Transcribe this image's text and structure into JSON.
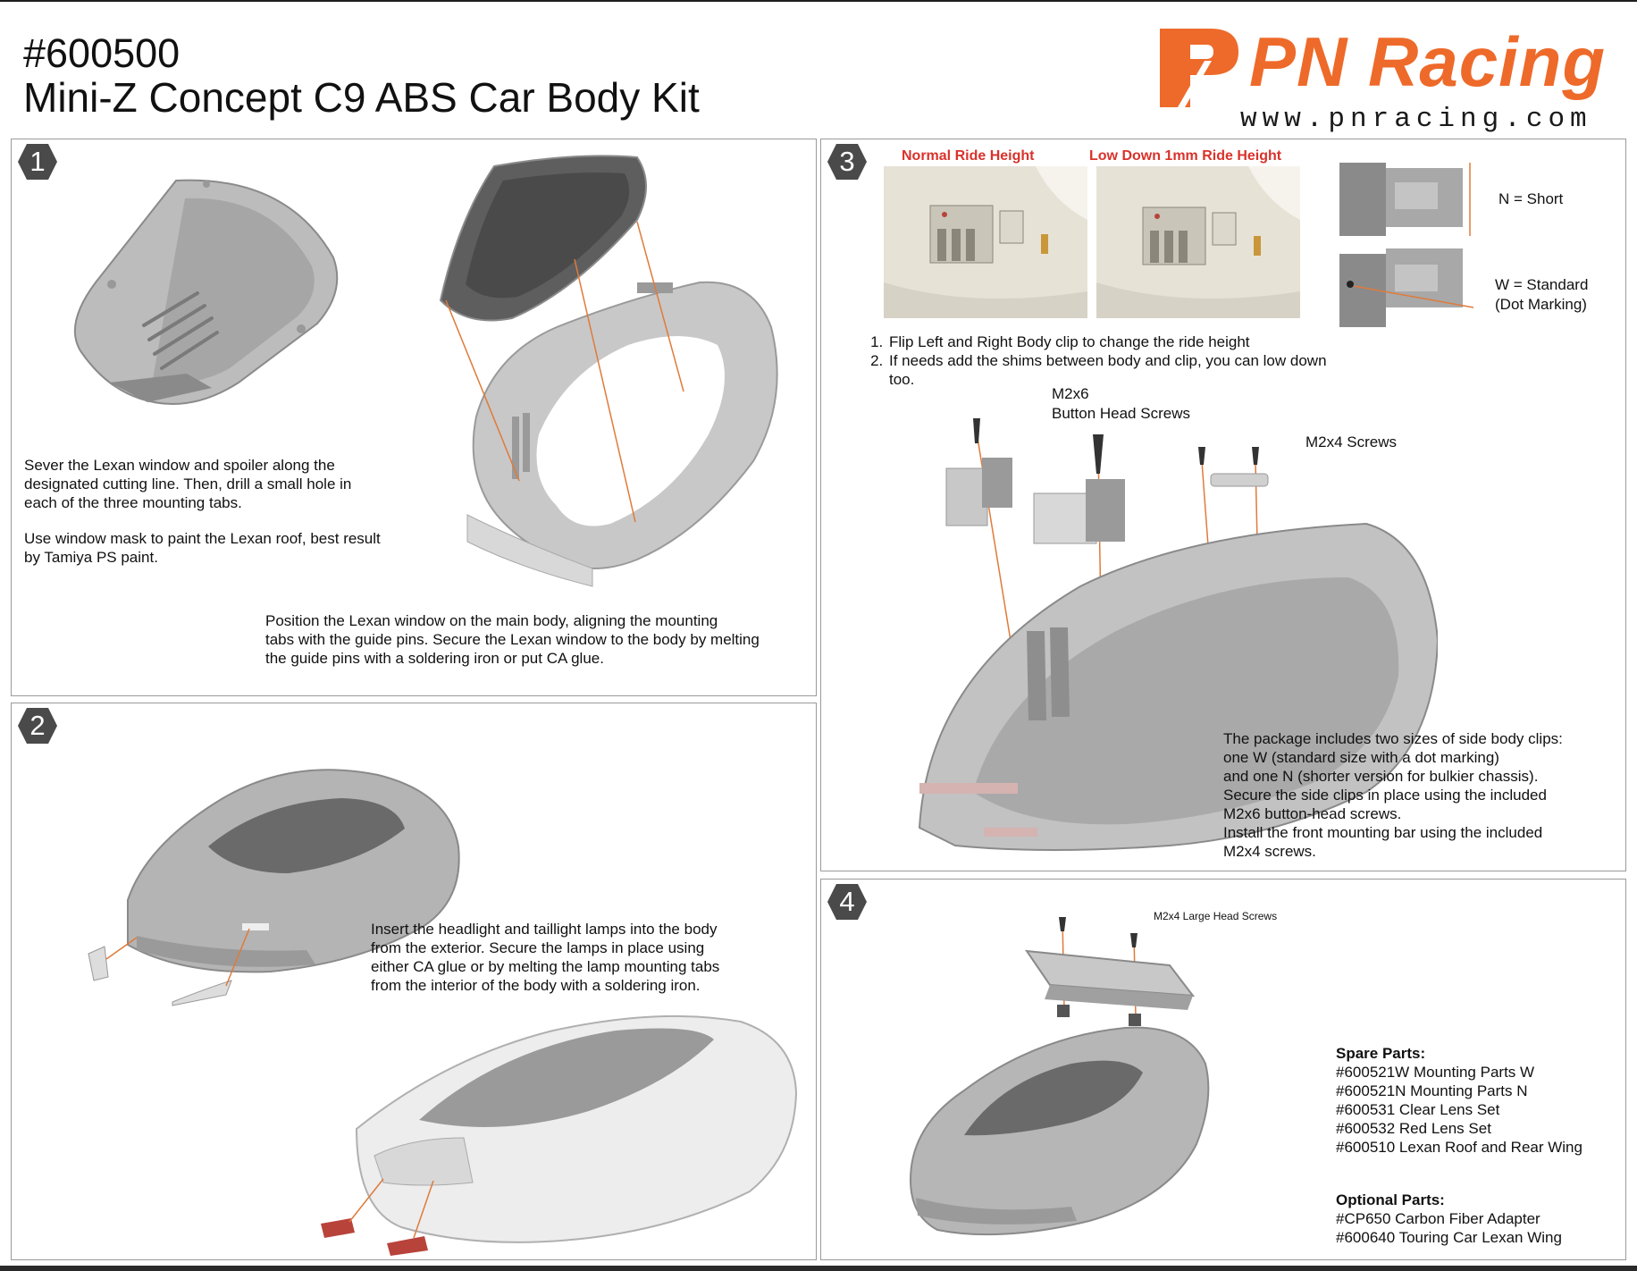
{
  "header": {
    "part_number": "#600500",
    "product_name": "Mini-Z Concept C9 ABS Car Body Kit",
    "brand_name": "PN Racing",
    "brand_url": "www.pnracing.com",
    "brand_color": "#ee6a2a"
  },
  "step1": {
    "number": "1",
    "instruction_cut_1": "Sever the Lexan window and spoiler along the",
    "instruction_cut_2": "designated cutting line. Then, drill a small hole in",
    "instruction_cut_3": "each of the three mounting tabs.",
    "instruction_paint_1": "Use window mask to paint the Lexan roof, best result",
    "instruction_paint_2": "by Tamiya PS paint.",
    "instruction_mount_1": "Position the Lexan window on the main body, aligning the mounting",
    "instruction_mount_2": "tabs with the guide pins. Secure the Lexan window to the body by melting",
    "instruction_mount_3": "the guide pins with a soldering iron or put CA glue."
  },
  "step2": {
    "number": "2",
    "instruction_1": "Insert the headlight and taillight lamps into the body",
    "instruction_2": "from the exterior. Secure the lamps in place using",
    "instruction_3": "either CA glue or by melting the lamp mounting tabs",
    "instruction_4": "from the interior of the body with a soldering iron.",
    "lamp_color": "#b8433b"
  },
  "step3": {
    "number": "3",
    "normal_label": "Normal Ride Height",
    "low_label": "Low Down 1mm Ride Height",
    "clip_n_label": "N = Short",
    "clip_w_label": "W = Standard",
    "clip_w_sub": "(Dot Marking)",
    "steps": [
      "Flip Left and Right Body clip to change the ride height",
      "If needs add the shims between body and clip, you can low down too."
    ],
    "screw_m2x6": "M2x6",
    "screw_m2x6_sub": "Button Head Screws",
    "screw_m2x4": "M2x4 Screws",
    "package_1": "The package includes two sizes of side body clips:",
    "package_2": "one W (standard size with a dot marking)",
    "package_3": "and one N (shorter version for bulkier chassis).",
    "package_4": "Secure the side clips in place using the included",
    "package_5": "M2x6 button-head screws.",
    "package_6": "Install the front mounting bar using the included",
    "package_7": "M2x4 screws.",
    "label_color": "#d9322b"
  },
  "step4": {
    "number": "4",
    "screw_label": "M2x4 Large Head Screws",
    "spare_title": "Spare Parts:",
    "spare_parts": [
      "#600521W Mounting Parts W",
      "#600521N Mounting Parts N",
      "#600531 Clear Lens Set",
      "#600532 Red Lens Set",
      "#600510 Lexan Roof and Rear Wing"
    ],
    "optional_title": "Optional Parts:",
    "optional_parts": [
      "#CP650 Carbon Fiber Adapter",
      "#600640 Touring Car Lexan Wing"
    ]
  }
}
